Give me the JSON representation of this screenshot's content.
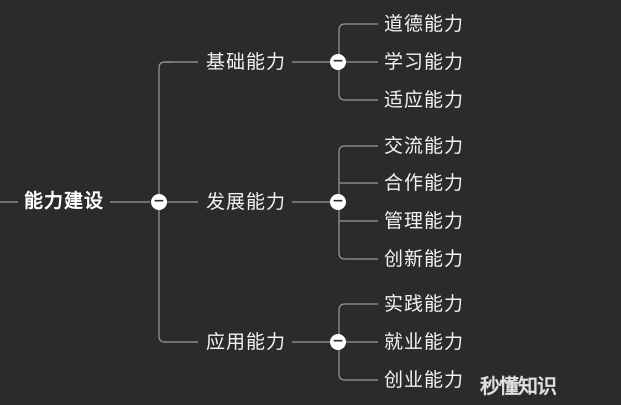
{
  "root": {
    "label": "能力建设"
  },
  "branches": [
    {
      "label": "基础能力",
      "children": [
        "道德能力",
        "学习能力",
        "适应能力"
      ]
    },
    {
      "label": "发展能力",
      "children": [
        "交流能力",
        "合作能力",
        "管理能力",
        "创新能力"
      ]
    },
    {
      "label": "应用能力",
      "children": [
        "实践能力",
        "就业能力",
        "创业能力"
      ]
    }
  ],
  "toggle_symbol": "−",
  "watermark": "秒懂知识"
}
